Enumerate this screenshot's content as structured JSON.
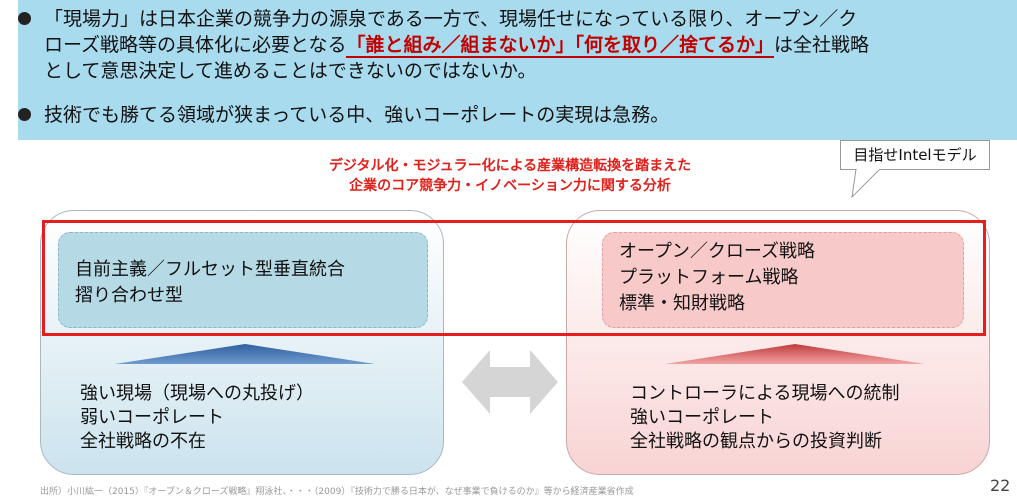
{
  "bullets": {
    "b1": {
      "line1": "「現場力」は日本企業の競争力の源泉である一方で、現場任せになっている限り、オープン／ク",
      "line2_pre": "ローズ戦略等の具体化に必要となる",
      "line2_emph": "「誰と組み／組まないか」「何を取り／捨てるか」",
      "line2_post": "は全社戦略",
      "line3": "として意思決定して進めることはできないのではないか。"
    },
    "b2": "技術でも勝てる領域が狭まっている中、強いコーポレートの実現は急務。"
  },
  "callout": "目指せIntelモデル",
  "headline": {
    "line1": "デジタル化・モジュラー化による産業構造転換を踏まえた",
    "line2": "企業のコア競争力・イノベーション力に関する分析"
  },
  "left": {
    "inner": [
      "自前主義／フルセット型垂直統合",
      "摺り合わせ型"
    ],
    "bottom": [
      "強い現場（現場への丸投げ）",
      "弱いコーポレート",
      "全社戦略の不在"
    ]
  },
  "right": {
    "inner": [
      "オープン／クローズ戦略",
      "プラットフォーム戦略",
      "標準・知財戦略"
    ],
    "bottom": [
      "コントローラによる現場への統制",
      "強いコーポレート",
      "全社戦略の観点からの投資判断"
    ]
  },
  "footer": "出所）小川紘一（2015）『オープン＆クローズ戦略』翔泳社、・・・（2009）『技術力で勝る日本が、なぜ事業で負けるのか』等から経済産業省作成",
  "page_number": "22",
  "colors": {
    "band": "#a9dbef",
    "emphasis": "#c00000",
    "headline": "#e0201b",
    "frame": "#e41e1e"
  }
}
